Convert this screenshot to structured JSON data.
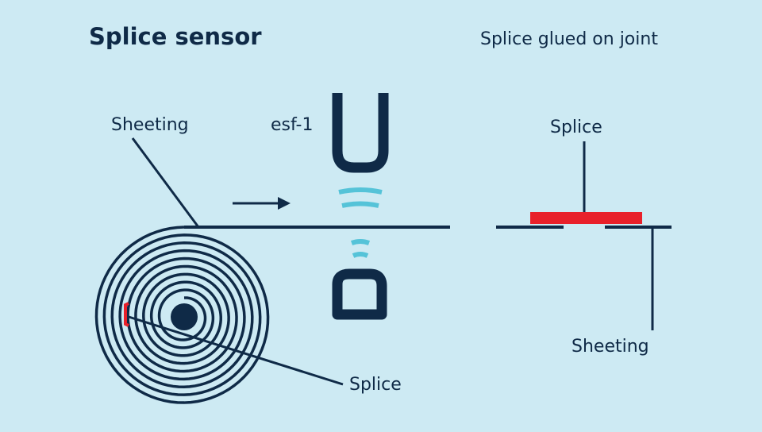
{
  "colors": {
    "background": "#cdeaf3",
    "ink": "#0f2a47",
    "signal": "#55c3d8",
    "splice": "#e8202a"
  },
  "left_panel": {
    "title": "Splice sensor",
    "sensor_label": "esf-1",
    "sheeting_label": "Sheeting",
    "splice_label": "Splice"
  },
  "right_panel": {
    "title": "Splice glued on joint",
    "splice_label": "Splice",
    "sheeting_label": "Sheeting"
  }
}
